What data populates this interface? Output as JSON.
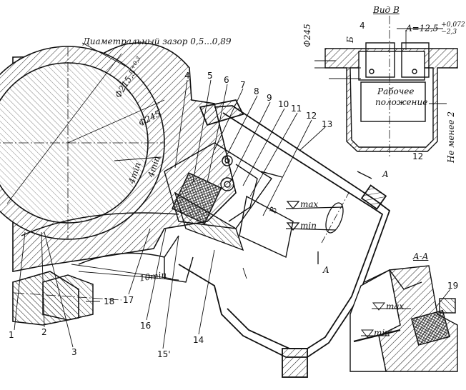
{
  "main_view": {
    "gap_note": "Диаметральный зазор 0,5...0,89",
    "dim_dia_215": "Φ215,5",
    "dim_dia_215_tol": "+0,3",
    "dim_dia_245": "Φ245",
    "dim_4min_a": "4min",
    "dim_4min_b": "4min",
    "dim_10min": "10min",
    "dim_B": "B",
    "level_max": "max",
    "level_min": "min",
    "section_mark_a1": "A",
    "section_mark_a2": "A",
    "callouts": [
      "1",
      "2",
      "3",
      "4",
      "5",
      "6",
      "7",
      "8",
      "9",
      "10",
      "11",
      "12",
      "13",
      "14",
      "15'",
      "16",
      "17",
      "18"
    ]
  },
  "view_b": {
    "title": "Вид В",
    "dim_245": "Φ245",
    "dim_b": "Б",
    "dim_a_formula": "A=12,5",
    "dim_a_tol_upper": "+0,072",
    "dim_a_tol_lower": "−2,3",
    "callout_4": "4",
    "callout_12": "12",
    "working_position_l1": "Рабочее",
    "working_position_l2": "положение",
    "min_note": "Не менее 2"
  },
  "section_aa": {
    "title": "A-A",
    "level_max": "max",
    "level_min": "min",
    "callout_19": "19"
  }
}
